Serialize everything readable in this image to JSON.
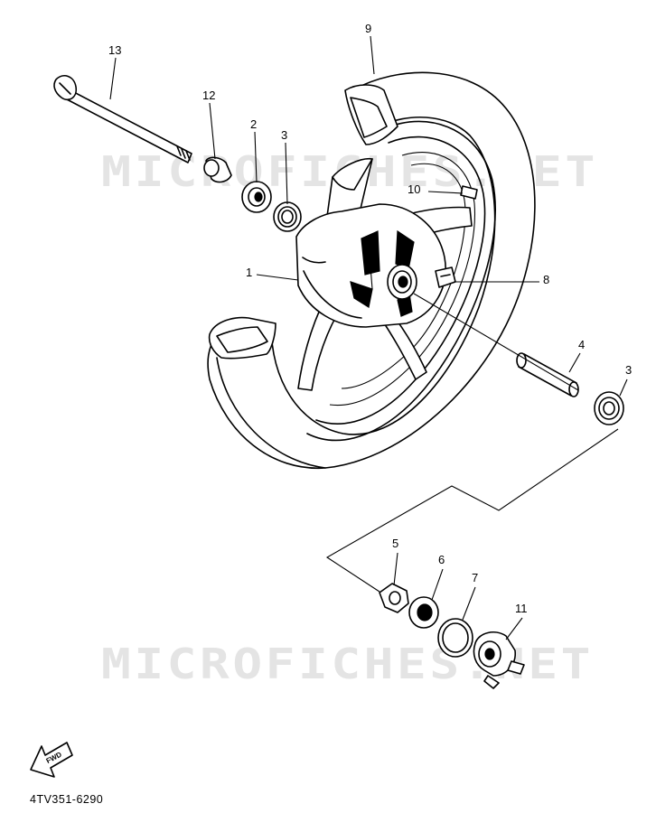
{
  "watermark": "MICROFICHES.NET",
  "diagram_code": "4TV351-6290",
  "direction_label": "FWD",
  "callouts": [
    "1",
    "2",
    "3",
    "3",
    "4",
    "5",
    "6",
    "7",
    "8",
    "9",
    "10",
    "11",
    "12",
    "13"
  ]
}
